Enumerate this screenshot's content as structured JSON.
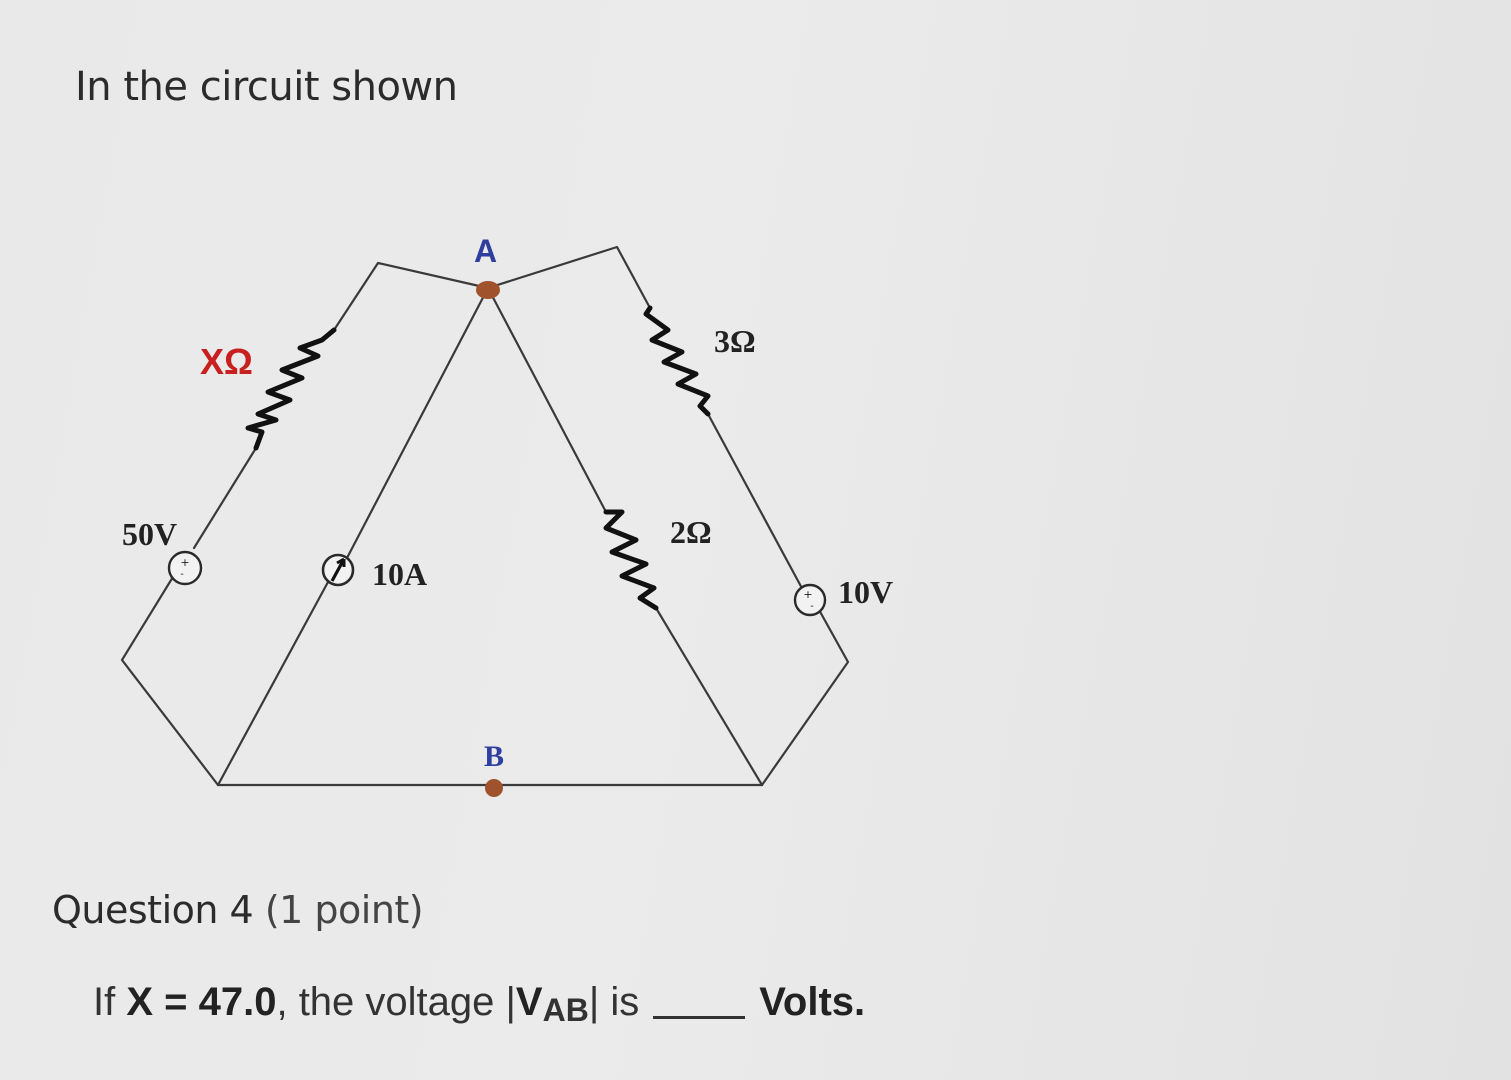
{
  "intro_text": "In the circuit shown",
  "diagram": {
    "node_a_label": "A",
    "node_b_label": "B",
    "resistor_x_label": "XΩ",
    "resistor_3_label": "3Ω",
    "resistor_2_label": "2Ω",
    "source_50v_label": "50V",
    "source_10a_label": "10A",
    "source_10v_label": "10V",
    "colors": {
      "wire": "#3a3a3a",
      "node_dot": "#a0522d",
      "node_label": "#2f3f9e",
      "x_label": "#c8201e"
    }
  },
  "question": {
    "title": "Question 4",
    "points": "(1 point)",
    "prefix": "If ",
    "variable": "X",
    "equals": " = 47.0",
    "middle": ", the voltage |",
    "v_symbol": "V",
    "v_subscript": "AB",
    "suffix": "| is",
    "unit": "Volts."
  }
}
